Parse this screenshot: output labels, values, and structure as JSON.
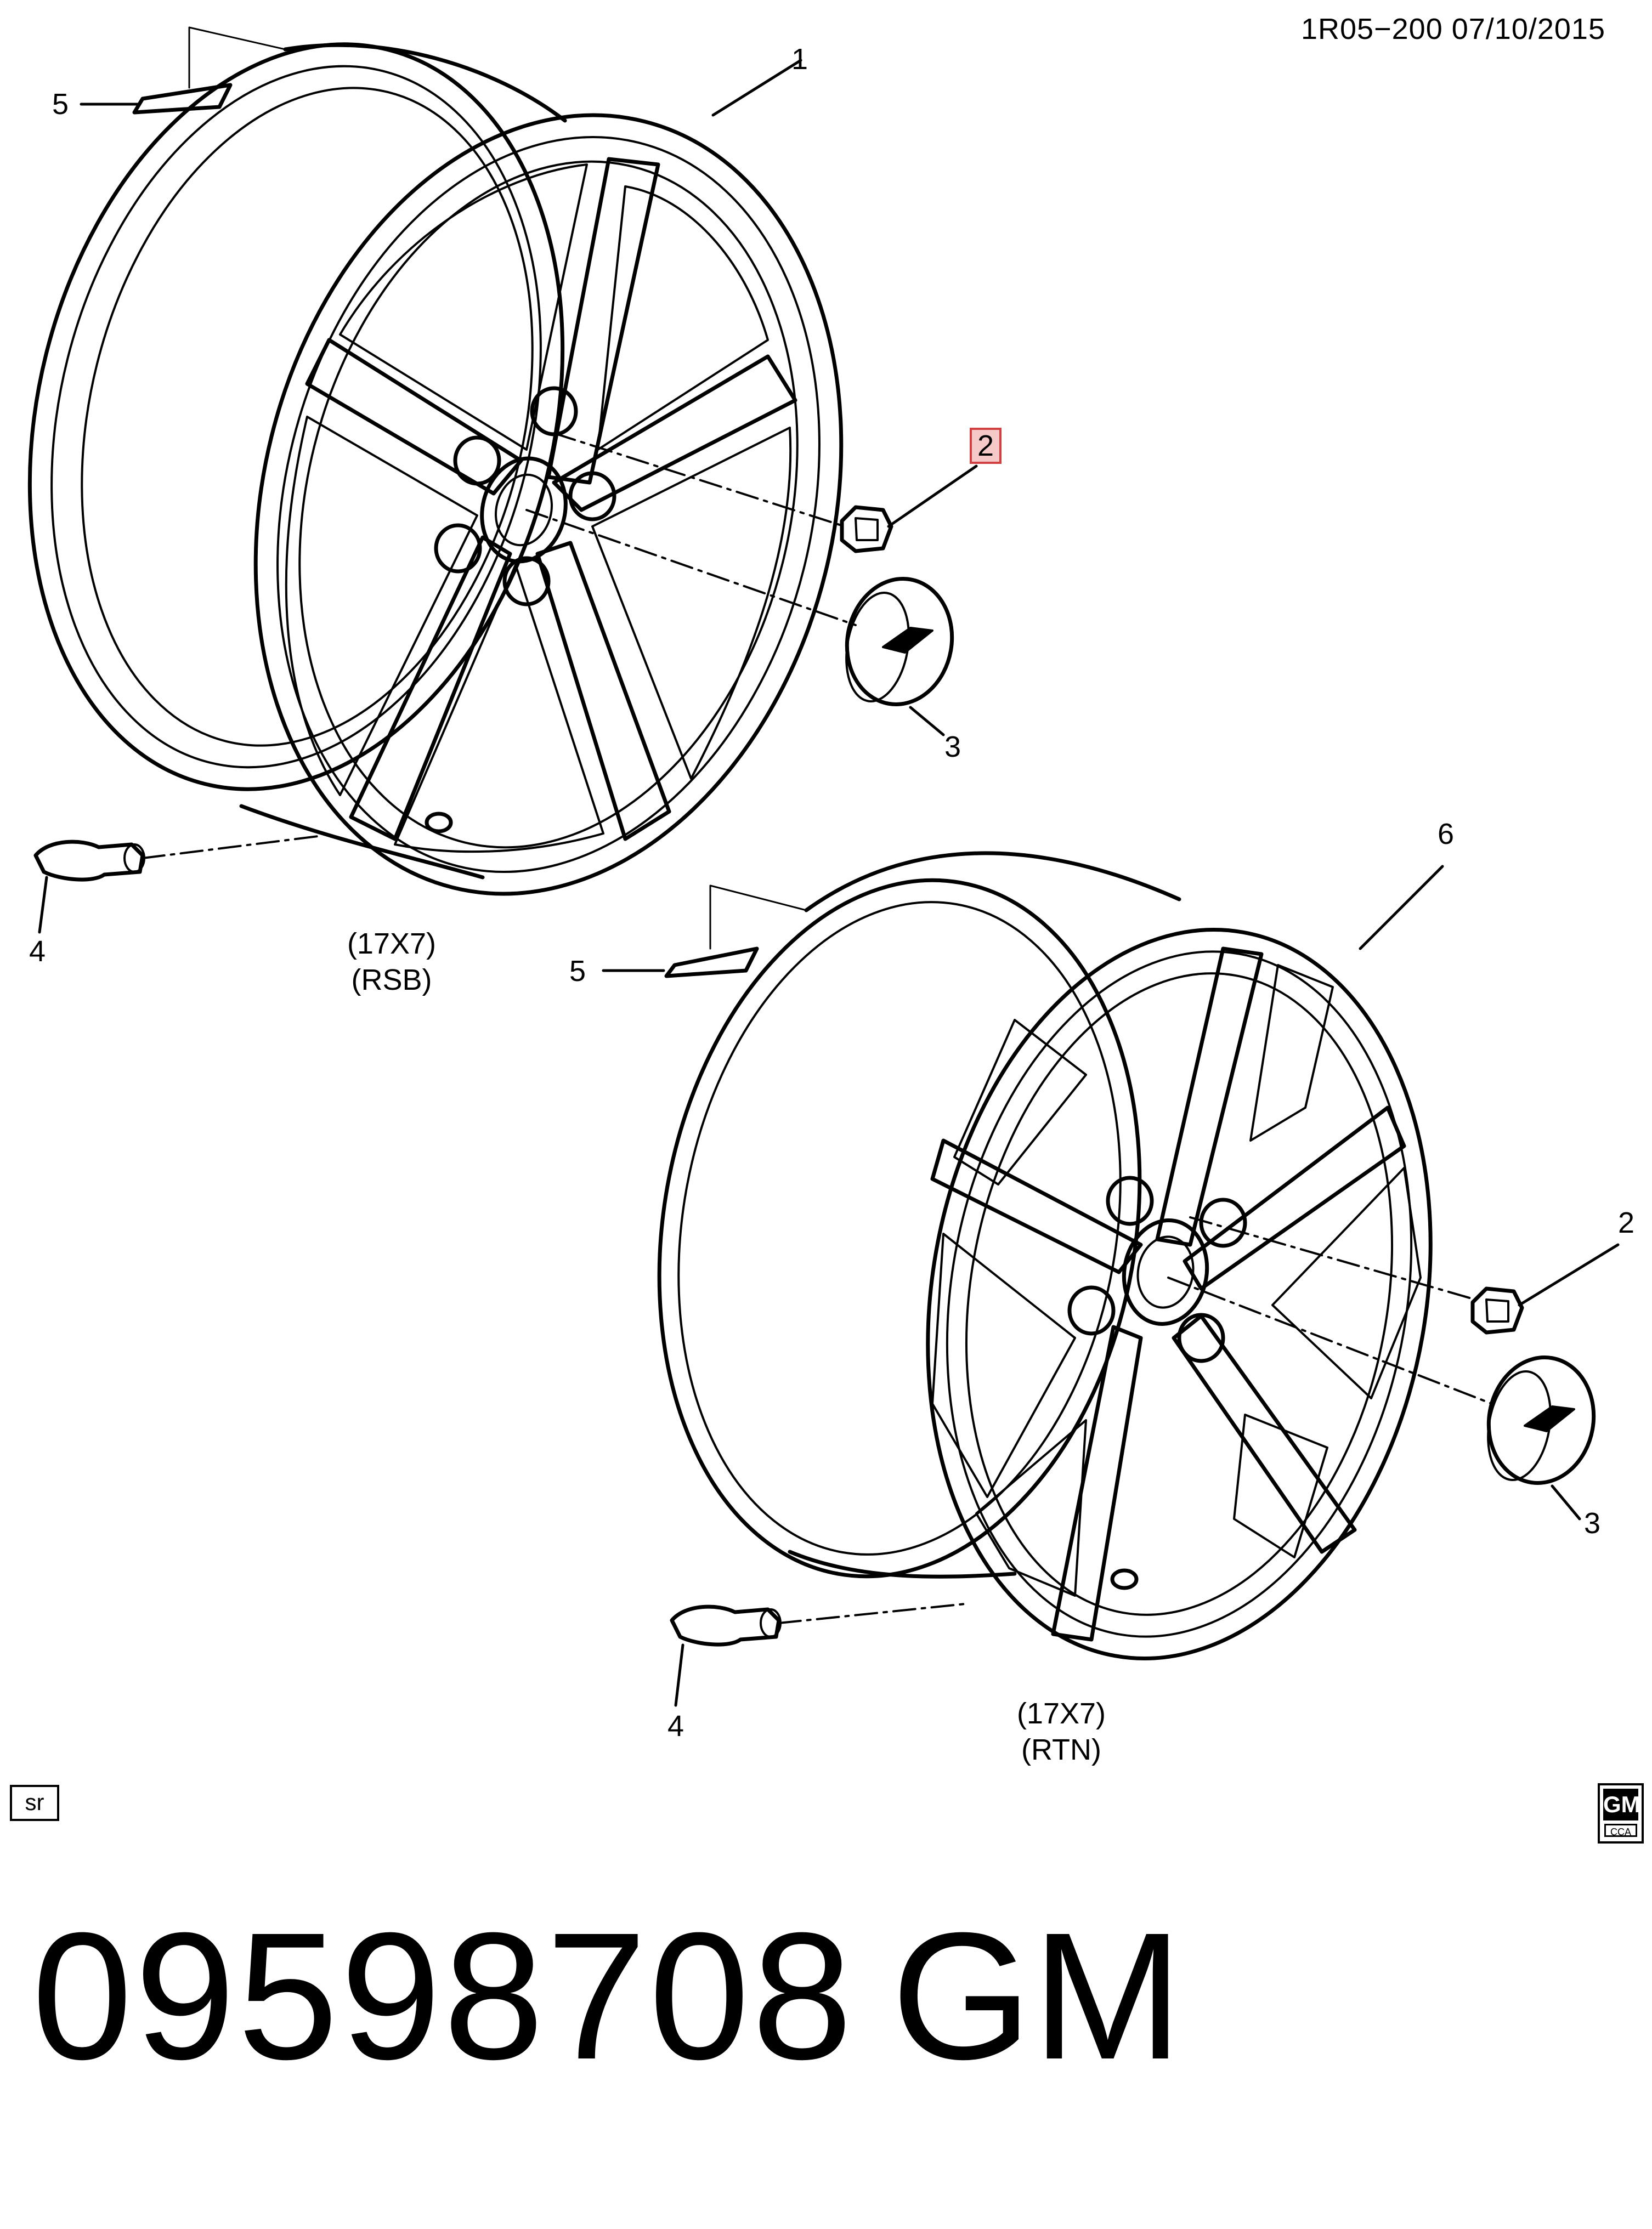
{
  "header": {
    "code": "1R05−200  07/10/2015"
  },
  "callouts": {
    "c1": "1",
    "c2_top": "2",
    "c3_top": "3",
    "c4_top": "4",
    "c5_top": "5",
    "c6": "6",
    "c2_bottom": "2",
    "c3_bottom": "3",
    "c4_bottom": "4",
    "c5_bottom": "5"
  },
  "wheel_top": {
    "size": "(17X7)",
    "code": "(RSB)"
  },
  "wheel_bottom": {
    "size": "(17X7)",
    "code": "(RTN)"
  },
  "footer": {
    "sr": "sr",
    "logo_text": "GM",
    "logo_sub": "CCA"
  },
  "part": {
    "number": "09598708",
    "brand": "GM"
  },
  "colors": {
    "highlight": "#f6c9c9",
    "highlight_border": "#d04040"
  }
}
